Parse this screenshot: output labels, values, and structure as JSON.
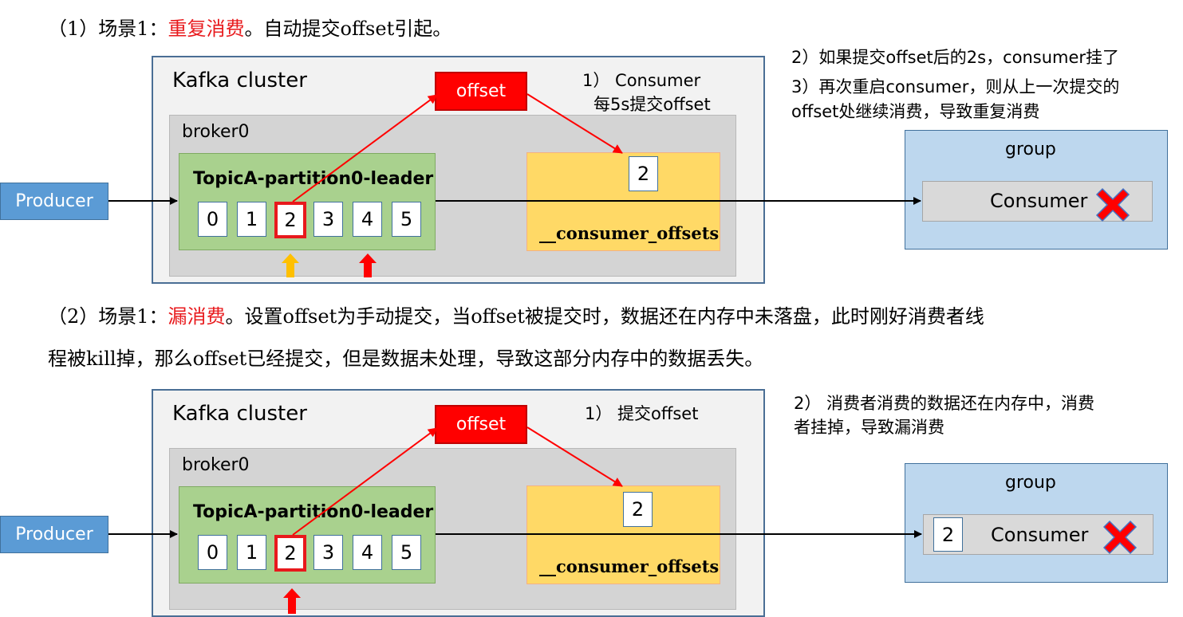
{
  "scene1": {
    "heading_prefix": "（1）场景1：",
    "heading_highlight": "重复消费",
    "heading_suffix": "。自动提交offset引起。",
    "cluster_label": "Kafka cluster",
    "broker_label": "broker0",
    "partition_label": "TopicA-partition0-leader",
    "cells": [
      "0",
      "1",
      "2",
      "3",
      "4",
      "5"
    ],
    "highlight_index": 2,
    "offset_box": "offset",
    "offsets_value": "2",
    "offsets_label": "__consumer_offsets",
    "producer_label": "Producer",
    "group_label": "group",
    "consumer_label": "Consumer",
    "step1_line1": "1） Consumer",
    "step1_line2": "每5s提交offset",
    "note_line1": "2）如果提交offset后的2s，consumer挂了",
    "note_line2": "3）再次重启consumer，则从上一次提交的",
    "note_line3": "offset处继续消费，导致重复消费"
  },
  "scene2": {
    "heading_line1_prefix": "（2）场景1：",
    "heading_line1_highlight": "漏消费",
    "heading_line1_suffix": "。设置offset为手动提交，当offset被提交时，数据还在内存中未落盘，此时刚好消费者线",
    "heading_line2": "程被kill掉，那么offset已经提交，但是数据未处理，导致这部分内存中的数据丢失。",
    "cluster_label": "Kafka cluster",
    "broker_label": "broker0",
    "partition_label": "TopicA-partition0-leader",
    "cells": [
      "0",
      "1",
      "2",
      "3",
      "4",
      "5"
    ],
    "highlight_index": 2,
    "offset_box": "offset",
    "offsets_value": "2",
    "offsets_label": "__consumer_offsets",
    "producer_label": "Producer",
    "group_label": "group",
    "consumer_label": "Consumer",
    "consumer_cell": "2",
    "step1": "1） 提交offset",
    "note_line1": "2） 消费者消费的数据还在内存中，消费",
    "note_line2": "者挂掉，导致漏消费"
  },
  "colors": {
    "highlight_red": "#e8191c",
    "arrow_red": "#ff0000",
    "arrow_orange": "#ffc000",
    "producer_blue": "#5b9bd5",
    "group_blue": "#bdd7ee",
    "partition_green": "#a9d18e",
    "offsets_yellow": "#ffd966"
  },
  "icons": {
    "consumer_failed": "red-x-icon",
    "consumed_position": "orange-up-arrow-icon",
    "commit_position": "red-up-arrow-icon"
  }
}
